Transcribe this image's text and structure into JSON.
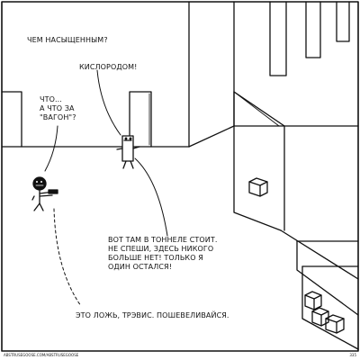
{
  "panel": {
    "number": "335",
    "credit": "ABSTRUSEGOOSE.COM/ABSTRUSEGOOSE"
  },
  "dialogue": {
    "question_saturated": "ЧЕМ НАСЫЩЕННЫМ?",
    "answer_oxygen": "КИСЛОРОДОМ!",
    "question_wagon": "ЧТО...\nА ЧТО ЗА\n\"ВАГОН\"?",
    "reply_tunnel": "ВОТ ТАМ В ТОННЕЛЕ СТОИТ.\nНЕ СПЕШИ, ЗДЕСЬ НИКОГО\nБОЛЬШЕ НЕТ! ТОЛЬКО Я\nОДИН ОСТАЛСЯ!",
    "lie_travis": "ЭТО ЛОЖЬ, ТРЭВИС. ПОШЕВЕЛИВАЙСЯ."
  },
  "colors": {
    "ink": "#111111",
    "background": "#ffffff"
  }
}
